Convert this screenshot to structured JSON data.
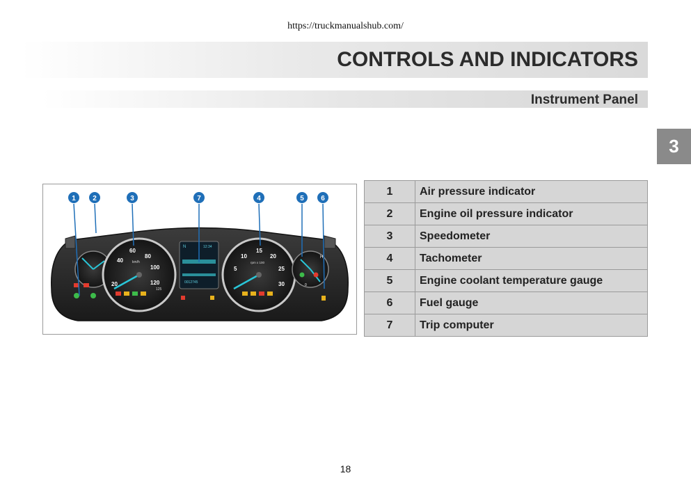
{
  "header": {
    "url": "https://truckmanualshub.com/",
    "title": "CONTROLS AND INDICATORS",
    "subtitle": "Instrument Panel",
    "chapter": "3"
  },
  "figure": {
    "callouts": [
      "1",
      "2",
      "3",
      "7",
      "4",
      "5",
      "6"
    ],
    "speedometer": {
      "ticks": [
        "20",
        "40",
        "60",
        "80",
        "100",
        "120"
      ],
      "unit": "km/h",
      "inner_tick": "125"
    },
    "tachometer": {
      "ticks": [
        "5",
        "10",
        "15",
        "20",
        "25",
        "30"
      ],
      "unit": "rpm x 100"
    },
    "display": {
      "gear": "N",
      "time": "12:34",
      "odometer": "0012745"
    },
    "gauges": {
      "coolant_high": "H",
      "fuel_empty": "0"
    },
    "colors": {
      "callout_blue": "#1f6fb8",
      "needle_cyan": "#29c6d8",
      "warning_red": "#e23b2e",
      "indicator_green": "#3dbb4a",
      "indicator_amber": "#e8b21c"
    }
  },
  "legend": [
    {
      "num": "1",
      "label": "Air pressure indicator"
    },
    {
      "num": "2",
      "label": "Engine oil pressure indicator"
    },
    {
      "num": "3",
      "label": "Speedometer"
    },
    {
      "num": "4",
      "label": "Tachometer"
    },
    {
      "num": "5",
      "label": "Engine coolant temperature gauge"
    },
    {
      "num": "6",
      "label": "Fuel gauge"
    },
    {
      "num": "7",
      "label": "Trip computer"
    }
  ],
  "footer": {
    "page_number": "18"
  }
}
